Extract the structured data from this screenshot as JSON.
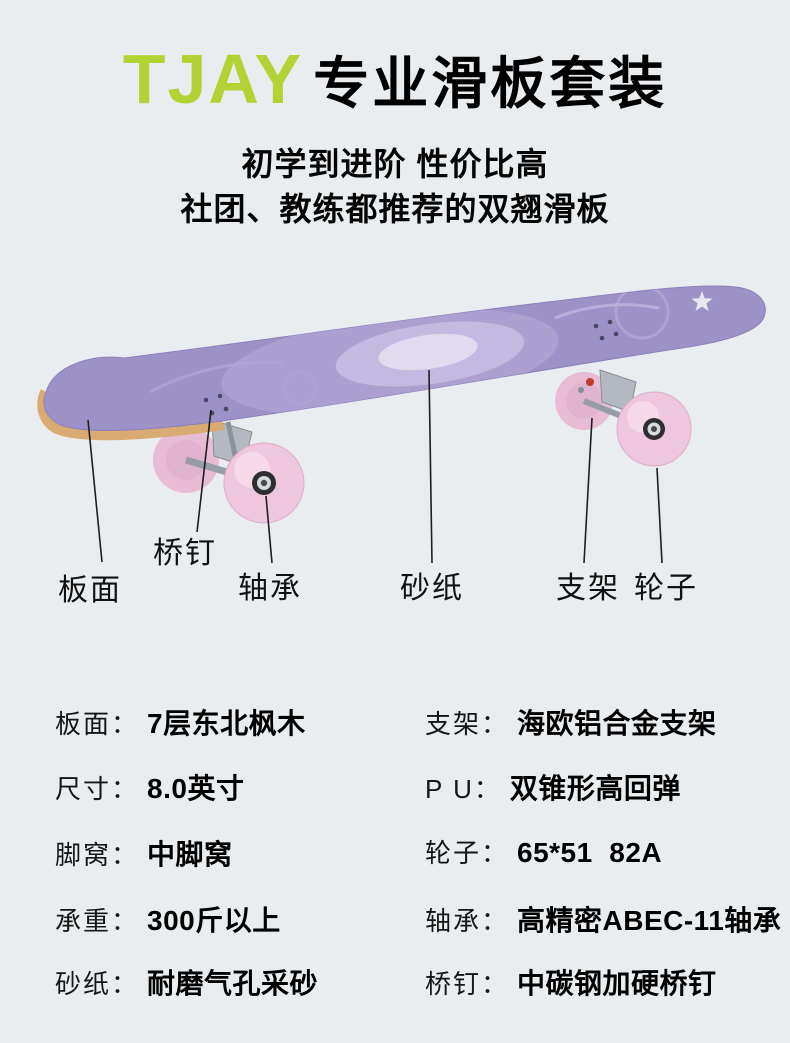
{
  "colors": {
    "background": "#eaedef",
    "brand_green": "#b3d233",
    "deck_purple": "#9d92c8",
    "wheel_pink": "#eec6dd",
    "wood_edge": "#d9ab72",
    "text": "#0a0a0a"
  },
  "header": {
    "brand": "TJAY",
    "title": "专业滑板套装",
    "subtitle_line1": "初学到进阶 性价比高",
    "subtitle_line2": "社团、教练都推荐的双翘滑板"
  },
  "callouts": [
    {
      "label": "板面"
    },
    {
      "label": "桥钉"
    },
    {
      "label": "轴承"
    },
    {
      "label": "砂纸"
    },
    {
      "label": "支架"
    },
    {
      "label": "轮子"
    }
  ],
  "specs": {
    "left": [
      {
        "label": "板面：",
        "value": "7层东北枫木"
      },
      {
        "label": "尺寸：",
        "value": "8.0英寸"
      },
      {
        "label": "脚窝：",
        "value": "中脚窝"
      },
      {
        "label": "承重：",
        "value": "300斤以上"
      },
      {
        "label": "砂纸：",
        "value": "耐磨气孔采砂"
      }
    ],
    "right": [
      {
        "label": "支架：",
        "value": "海欧铝合金支架"
      },
      {
        "label": "P U：",
        "value": "双锥形高回弹"
      },
      {
        "label": "轮子：",
        "value": "65*51  82A"
      },
      {
        "label": "轴承：",
        "value": "高精密ABEC-11轴承"
      },
      {
        "label": "桥钉：",
        "value": "中碳钢加硬桥钉"
      }
    ]
  }
}
